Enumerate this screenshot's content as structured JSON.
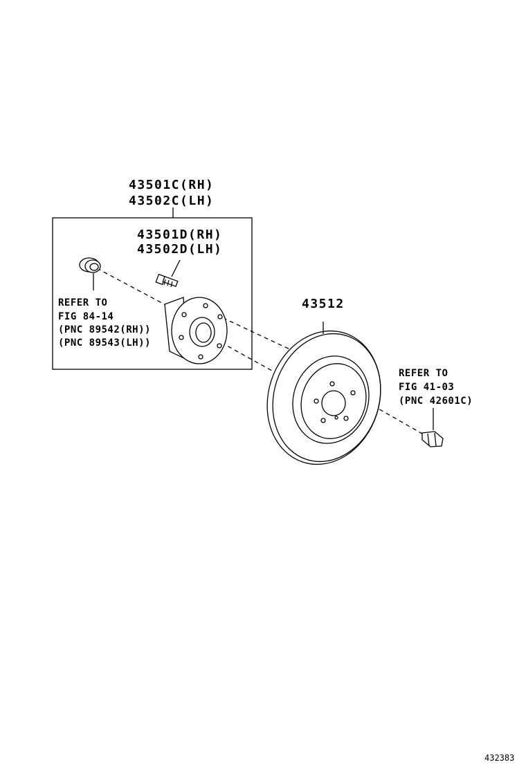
{
  "assembly_box": {
    "label_rh": "43501C(RH)",
    "label_lh": "43502C(LH)"
  },
  "hub_bolt": {
    "label_rh": "43501D(RH)",
    "label_lh": "43502D(LH)"
  },
  "bearing_ref": {
    "line1": "REFER TO",
    "line2": "FIG 84-14",
    "line3": "(PNC 89542(RH))",
    "line4": "(PNC 89543(LH))"
  },
  "disc": {
    "label": "43512"
  },
  "nut_ref": {
    "line1": "REFER TO",
    "line2": "FIG 41-03",
    "line3": "(PNC 42601C)"
  },
  "illustration_id": "432383"
}
